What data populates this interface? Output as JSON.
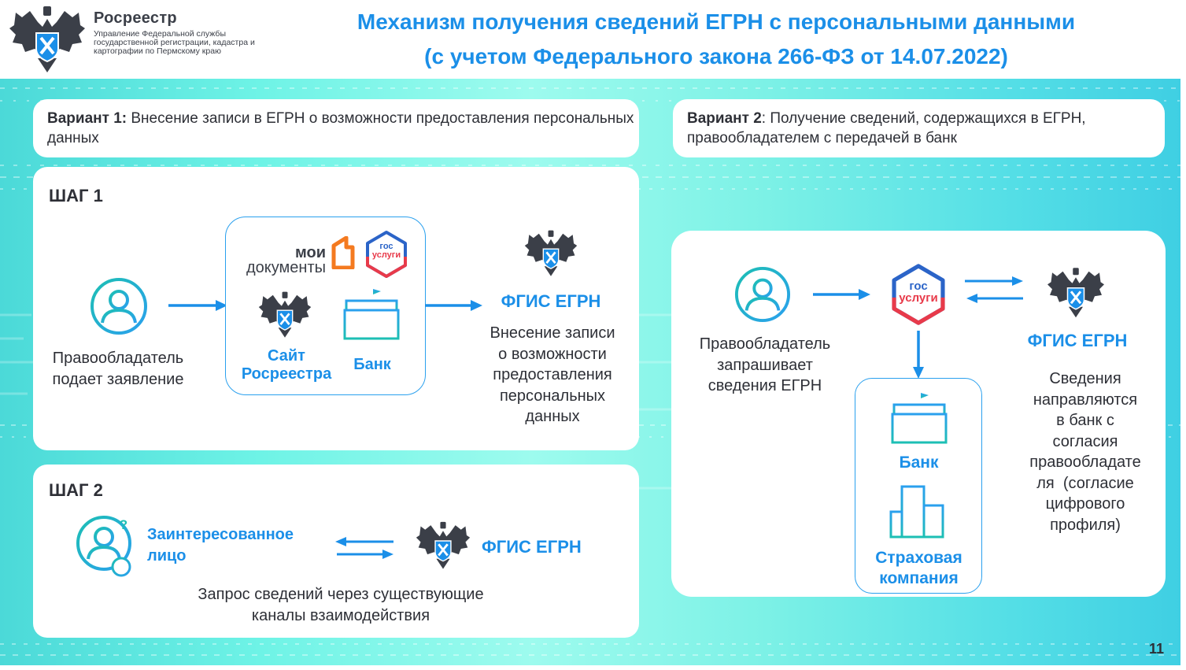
{
  "header": {
    "org_name": "Росреестр",
    "org_subtitle": "Управление Федеральной службы государственной регистрации, кадастра и картографии по Пермскому краю",
    "title_line1": "Механизм получения сведений ЕГРН с персональными данными",
    "title_line2": "(с учетом Федерального закона 266-ФЗ от 14.07.2022)"
  },
  "variant1": {
    "label": "Вариант 1:",
    "text": " Внесение записи в ЕГРН о возможности предоставления персональных данных"
  },
  "variant2": {
    "label": "Вариант 2",
    "text": ": Получение сведений, содержащихся в ЕГРН, правообладателем с передачей в банк"
  },
  "step1": {
    "title": "ШАГ 1",
    "person_line1": "Правообладатель",
    "person_line2": "подает заявление",
    "moi_line1": "мои",
    "moi_line2": "документы",
    "gos_line1": "гос",
    "gos_line2": "услуги",
    "site_label_line1": "Сайт",
    "site_label_line2": "Росреестра",
    "bank_label": "Банк",
    "fgis_label": "ФГИС ЕГРН",
    "result_lines": [
      "Внесение записи",
      "о возможности",
      "предоставления",
      "персональных",
      "данных"
    ]
  },
  "step2": {
    "title": "ШАГ 2",
    "person_label_line1": "Заинтересованное",
    "person_label_line2": "лицо",
    "question_mark": "?",
    "fgis_label": "ФГИС ЕГРН",
    "desc_line1": "Запрос сведений через существующие",
    "desc_line2": "каналы взаимодействия"
  },
  "variant2_flow": {
    "person_lines": [
      "Правообладатель",
      "запрашивает",
      "сведения ЕГРН"
    ],
    "gos_line1": "гос",
    "gos_line2": "услуги",
    "fgis_label": "ФГИС ЕГРН",
    "bank_label": "Банк",
    "insurance_line1": "Страховая",
    "insurance_line2": "компания",
    "result_lines": [
      "Сведения",
      "направляются",
      "в банк с",
      "согласия",
      "правообладате",
      "ля  (согласие",
      "цифрового",
      "профиля)"
    ]
  },
  "page_number": "11",
  "colors": {
    "accent_blue": "#1b8fe8",
    "teal": "#1dbfb4",
    "gos_red": "#e83a4a",
    "gos_blue": "#2b64c8",
    "moi_orange": "#f47a20"
  }
}
